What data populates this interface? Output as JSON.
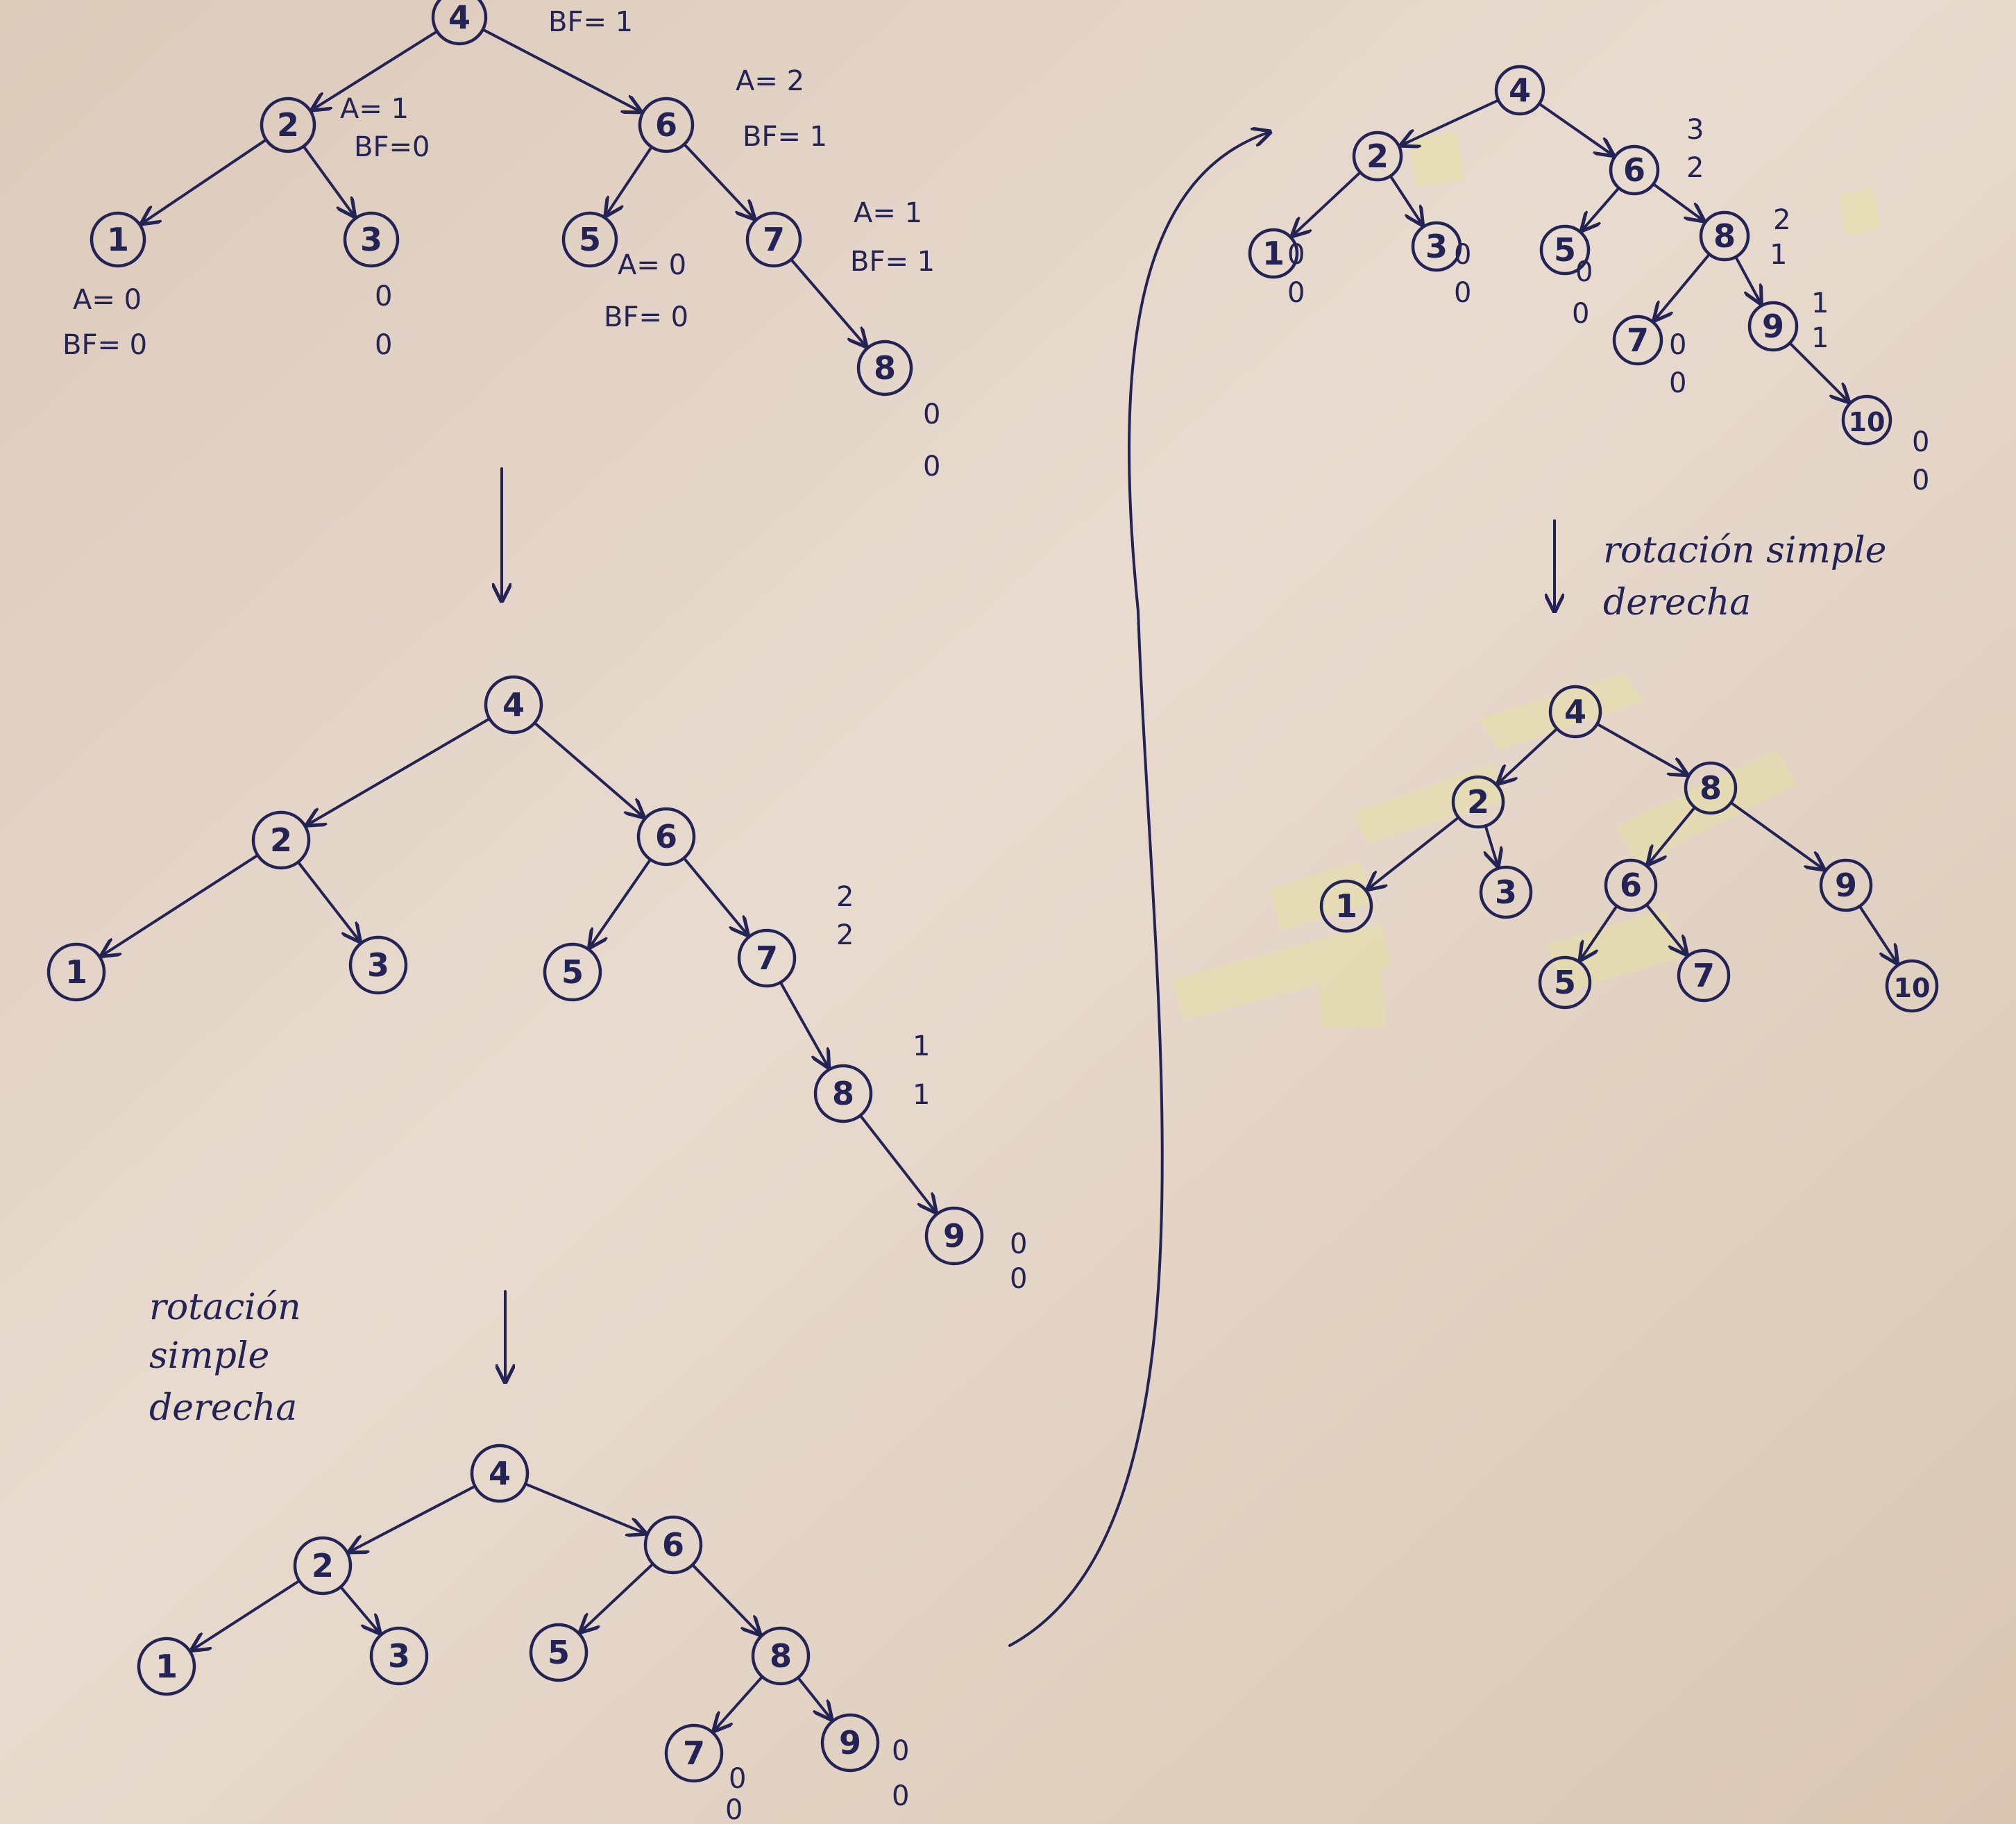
{
  "colors": {
    "ink": "#232455",
    "paper": "#e3d5c8",
    "tape": "#e6e0a4"
  },
  "diagrams": [
    {
      "id": "tree1",
      "nodes": [
        {
          "id": "n4",
          "label": "4",
          "ann": [
            "BF= 1"
          ]
        },
        {
          "id": "n2",
          "label": "2",
          "ann": [
            "A= 1",
            "BF=0"
          ]
        },
        {
          "id": "n6",
          "label": "6",
          "ann": [
            "A= 2",
            "BF= 1"
          ]
        },
        {
          "id": "n1",
          "label": "1",
          "ann": [
            "A= 0",
            "BF= 0"
          ]
        },
        {
          "id": "n3",
          "label": "3",
          "ann": [
            "0",
            "0"
          ]
        },
        {
          "id": "n5",
          "label": "5",
          "ann": [
            "A= 0",
            "BF= 0"
          ]
        },
        {
          "id": "n7",
          "label": "7",
          "ann": [
            "A= 1",
            "BF= 1"
          ]
        },
        {
          "id": "n8",
          "label": "8",
          "ann": [
            "0",
            "0"
          ]
        }
      ]
    },
    {
      "id": "tree2",
      "nodes": [
        {
          "id": "n4",
          "label": "4",
          "ann": []
        },
        {
          "id": "n2",
          "label": "2",
          "ann": []
        },
        {
          "id": "n6",
          "label": "6",
          "ann": []
        },
        {
          "id": "n1",
          "label": "1",
          "ann": []
        },
        {
          "id": "n3",
          "label": "3",
          "ann": []
        },
        {
          "id": "n5",
          "label": "5",
          "ann": []
        },
        {
          "id": "n7",
          "label": "7",
          "ann": [
            "2",
            "2"
          ]
        },
        {
          "id": "n8",
          "label": "8",
          "ann": [
            "1",
            "1"
          ]
        },
        {
          "id": "n9",
          "label": "9",
          "ann": [
            "0",
            "0"
          ]
        }
      ]
    },
    {
      "id": "tree3",
      "nodes": [
        {
          "id": "n4",
          "label": "4",
          "ann": []
        },
        {
          "id": "n2",
          "label": "2",
          "ann": []
        },
        {
          "id": "n6",
          "label": "6",
          "ann": []
        },
        {
          "id": "n1",
          "label": "1",
          "ann": []
        },
        {
          "id": "n3",
          "label": "3",
          "ann": []
        },
        {
          "id": "n5",
          "label": "5",
          "ann": []
        },
        {
          "id": "n8",
          "label": "8",
          "ann": []
        },
        {
          "id": "n7",
          "label": "7",
          "ann": [
            "0",
            "0"
          ]
        },
        {
          "id": "n9",
          "label": "9",
          "ann": [
            "0",
            "0"
          ]
        }
      ]
    },
    {
      "id": "tree4",
      "nodes": [
        {
          "id": "n4",
          "label": "4",
          "ann": []
        },
        {
          "id": "n2",
          "label": "2",
          "ann": []
        },
        {
          "id": "n6",
          "label": "6",
          "ann": [
            "3",
            "2"
          ]
        },
        {
          "id": "n1",
          "label": "1",
          "ann": [
            "0",
            "0"
          ]
        },
        {
          "id": "n3",
          "label": "3",
          "ann": [
            "0",
            "0"
          ]
        },
        {
          "id": "n5",
          "label": "5",
          "ann": [
            "0",
            "0"
          ]
        },
        {
          "id": "n8",
          "label": "8",
          "ann": [
            "2",
            "1"
          ]
        },
        {
          "id": "n7",
          "label": "7",
          "ann": [
            "0",
            "0"
          ]
        },
        {
          "id": "n9",
          "label": "9",
          "ann": [
            "1",
            "1"
          ]
        },
        {
          "id": "n10",
          "label": "10",
          "ann": [
            "0",
            "0"
          ]
        }
      ]
    },
    {
      "id": "tree5",
      "nodes": [
        {
          "id": "n4",
          "label": "4",
          "ann": []
        },
        {
          "id": "n2",
          "label": "2",
          "ann": []
        },
        {
          "id": "n8",
          "label": "8",
          "ann": []
        },
        {
          "id": "n1",
          "label": "1",
          "ann": []
        },
        {
          "id": "n3",
          "label": "3",
          "ann": []
        },
        {
          "id": "n6",
          "label": "6",
          "ann": []
        },
        {
          "id": "n9",
          "label": "9",
          "ann": []
        },
        {
          "id": "n5",
          "label": "5",
          "ann": []
        },
        {
          "id": "n7",
          "label": "7",
          "ann": []
        },
        {
          "id": "n10",
          "label": "10",
          "ann": []
        }
      ]
    }
  ],
  "notes": [
    {
      "id": "rot-left",
      "lines": [
        "rotación",
        "simple",
        "derecha"
      ]
    },
    {
      "id": "rot-right",
      "lines": [
        "rotación simple",
        "derecha"
      ]
    }
  ]
}
